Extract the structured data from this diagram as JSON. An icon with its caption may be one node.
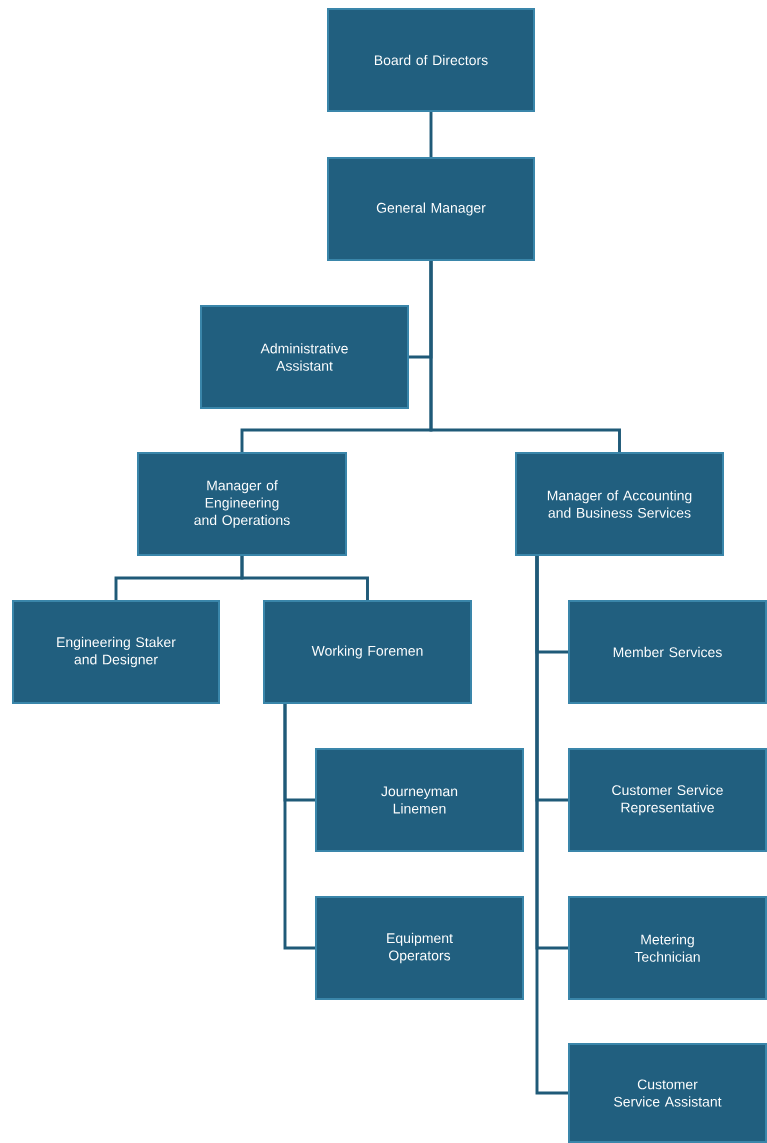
{
  "diagram": {
    "nodes": [
      {
        "text": [
          "Board of Directors"
        ]
      },
      {
        "text": [
          "General Manager"
        ]
      },
      {
        "text": [
          "Administrative Assistant"
        ]
      },
      {
        "text": [
          "Manager of Engineering and Operations"
        ]
      },
      {
        "text": [
          "Manager of Accounting and Business Services"
        ]
      },
      {
        "text": [
          "Engineering Staker and Designer"
        ]
      },
      {
        "text": [
          "Working Foremen"
        ]
      },
      {
        "text": [
          "Member Services"
        ]
      },
      {
        "text": [
          "Journeyman Linemen"
        ]
      },
      {
        "text": [
          "Customer Service Representative"
        ]
      },
      {
        "text": [
          "Equipment Operators"
        ]
      },
      {
        "text": [
          "Metering Technician"
        ]
      },
      {
        "text": [
          "Customer Service Assistant"
        ]
      }
    ],
    "edges": [
      {
        "from": 0,
        "to": 1,
        "arrow": "none"
      },
      {
        "from": 1,
        "to": 2,
        "arrow": "none"
      },
      {
        "from": 1,
        "to": 3,
        "arrow": "none"
      },
      {
        "from": 1,
        "to": 4,
        "arrow": "none"
      },
      {
        "from": 3,
        "to": 5,
        "arrow": "none"
      },
      {
        "from": 3,
        "to": 6,
        "arrow": "none"
      },
      {
        "from": 4,
        "to": 7,
        "arrow": "none"
      },
      {
        "from": 4,
        "to": 9,
        "arrow": "none"
      },
      {
        "from": 4,
        "to": 11,
        "arrow": "none"
      },
      {
        "from": 4,
        "to": 12,
        "arrow": "none"
      },
      {
        "from": 6,
        "to": 8,
        "arrow": "none"
      },
      {
        "from": 6,
        "to": 10,
        "arrow": "none"
      }
    ]
  }
}
